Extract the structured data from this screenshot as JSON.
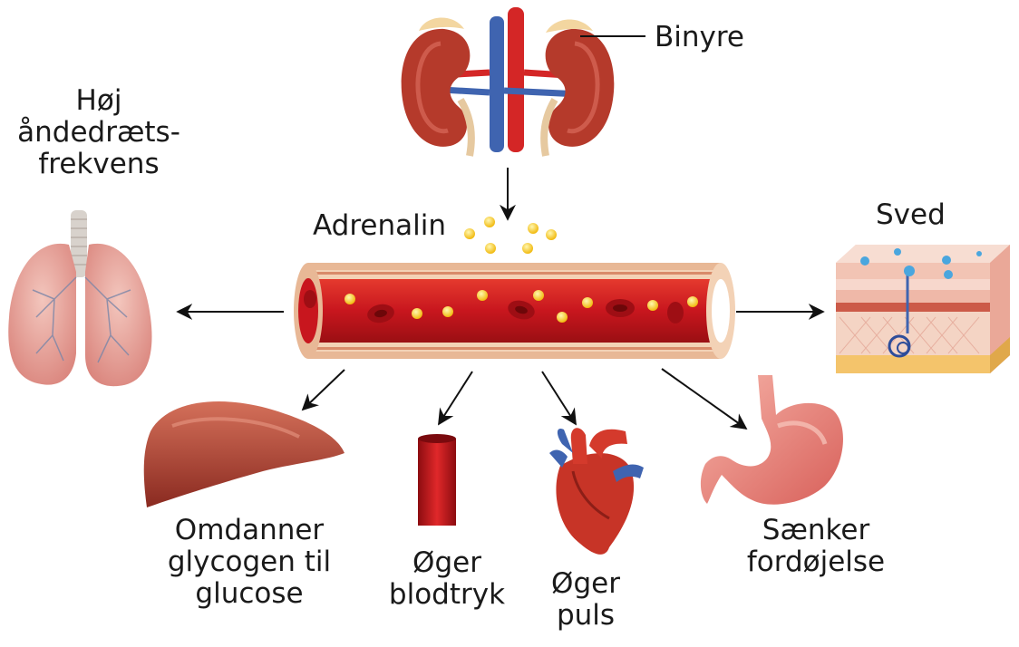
{
  "labels": {
    "adrenal_gland": "Binyre",
    "adrenaline": "Adrenalin",
    "sweat": "Sved",
    "respiration": [
      "Høj",
      "åndedræts-",
      "frekvens"
    ],
    "liver": [
      "Omdanner",
      "glycogen til",
      "glucose"
    ],
    "blood_pressure": [
      "Øger",
      "blodtryk"
    ],
    "heart": [
      "Øger",
      "puls"
    ],
    "digestion": [
      "Sænker",
      "fordøjelse"
    ]
  },
  "colors": {
    "kidney": "#b53a2b",
    "artery": "#d42626",
    "vein": "#3f64b0",
    "ureter": "#e6c9a0",
    "adrenal": "#f3d6a0",
    "vessel_wall": "#f3d2b6",
    "blood": "#c8161e",
    "rbc": "#9e0e14",
    "adrenaline_dot": "#f5c51e",
    "lung": "#e49a90",
    "liver": "#a8392c",
    "heart": "#c73427",
    "stomach": "#e98a80",
    "skin_top": "#f4cfc2",
    "fat": "#f4c46b",
    "arrow": "#111111"
  },
  "icons": [
    "kidneys-icon",
    "blood-vessel-icon",
    "lungs-icon",
    "liver-icon",
    "blood-tube-icon",
    "heart-icon",
    "stomach-icon",
    "skin-section-icon"
  ]
}
